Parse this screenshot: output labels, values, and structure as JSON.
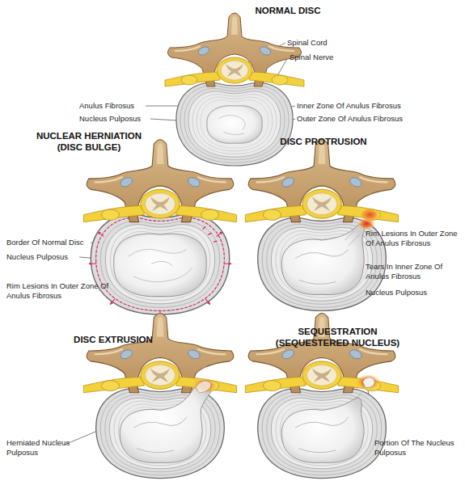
{
  "diagram": {
    "labels": [
      "NORMAL DISC",
      "Spinal Cord",
      "Spinal Nerve",
      "Anulus Fibrosus",
      "Inner Zone Of Anulus Fibrosus",
      "Nucleus Pulposus",
      "Outer Zone Of Anulus Fibrosus",
      "NUCLEAR HERNIATION (DISC BULGE)",
      "DISC PROTRUSION",
      "Border Of Normal Disc",
      "Nucleus Pulposus",
      "Rim Lesions In Outer Zone Of Anulus Fibrosus",
      "Rim Lesions In Outer Zone Of Anulus Fibrosus",
      "Tears In Inner Zone Of Anulus Fibrosus",
      "Nucleus Pulposus",
      "DISC EXTRUSION",
      "SEQUESTRATION (SEQUESTERED NUCLEUS)",
      "Herniated Nucleus Pulposus",
      "Portion Of The Nucleus Pulposus"
    ]
  }
}
